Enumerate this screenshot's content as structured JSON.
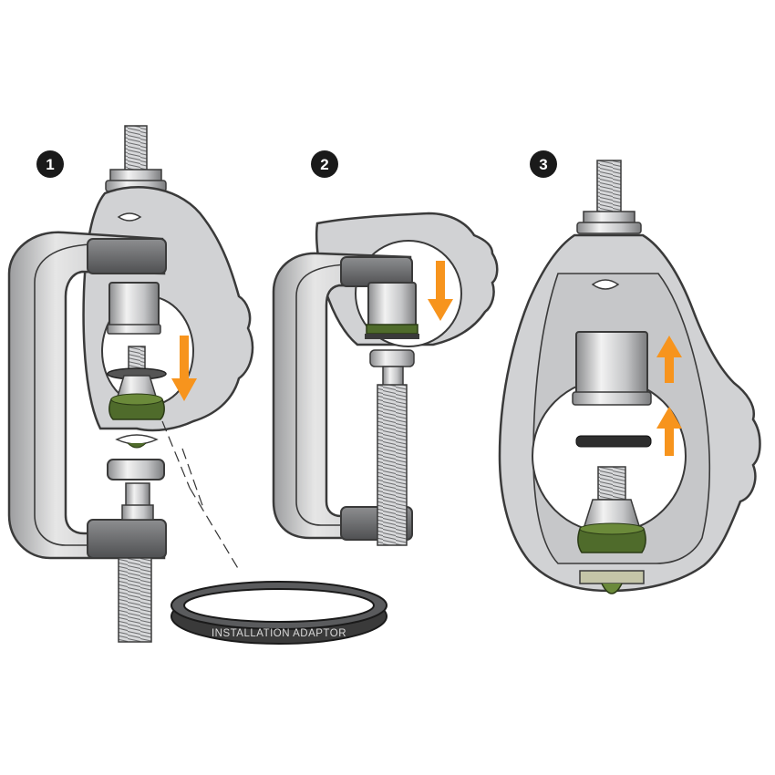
{
  "steps": [
    {
      "number": "1"
    },
    {
      "number": "2"
    },
    {
      "number": "3"
    }
  ],
  "adaptor": {
    "label": "INSTALLATION ADAPTOR"
  },
  "colors": {
    "arrow": "#f7941d",
    "press_dark": "#6d6e71",
    "press_light": "#d9d9d9",
    "knuckle": "#d1d2d4",
    "ball_joint_seal": "#4f6b2b",
    "badge": "#1a1a1a"
  }
}
